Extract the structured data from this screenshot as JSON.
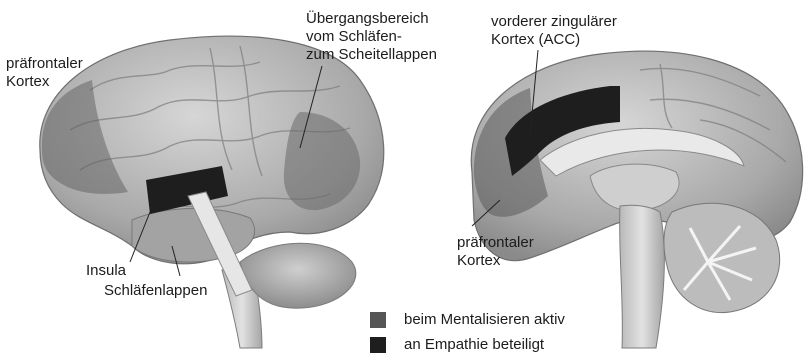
{
  "labels": {
    "prefrontal_left": "präfrontaler\nKortex",
    "temporo_parietal": "Übergangsbereich\nvom Schläfen-\nzum Scheitellappen",
    "insula": "Insula",
    "temporal_lobe": "Schläfenlappen",
    "acc": "vorderer zingulärer\nKortex (ACC)",
    "prefrontal_right": "präfrontaler\nKortex"
  },
  "legend": [
    {
      "text": "beim Mentalisieren aktiv",
      "color": "#555555"
    },
    {
      "text": "an Empathie beteiligt",
      "color": "#1e1e1e"
    }
  ]
}
